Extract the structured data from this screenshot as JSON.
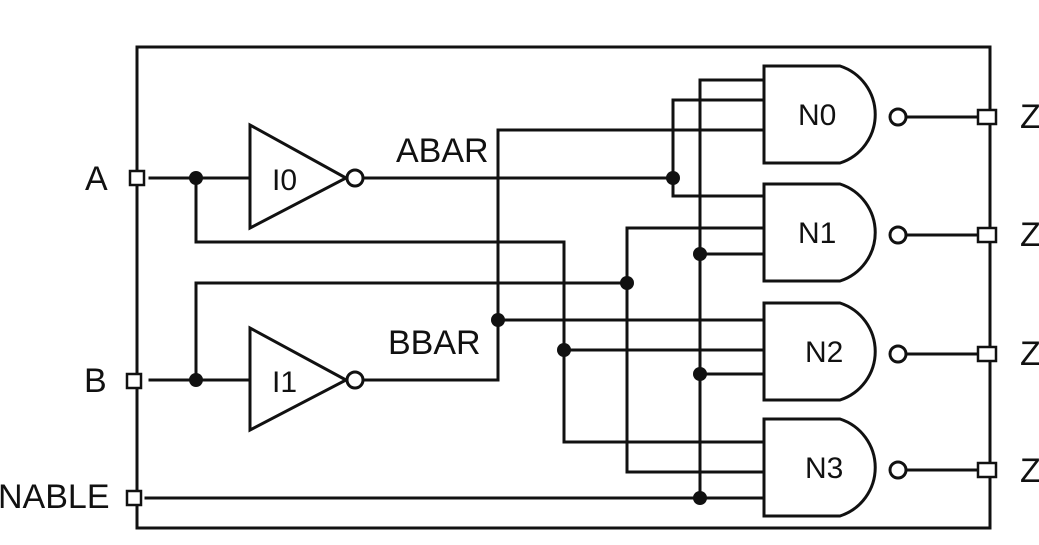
{
  "labels": {
    "inputs": {
      "a": "A",
      "b": "B",
      "enable": "NABLE"
    },
    "nets": {
      "abar": "ABAR",
      "bbar": "BBAR"
    },
    "inverters": {
      "i0": "I0",
      "i1": "I1"
    },
    "nand_gates": {
      "n0": "N0",
      "n1": "N1",
      "n2": "N2",
      "n3": "N3"
    },
    "outputs": {
      "z0": "Z",
      "z1": "Z",
      "z2": "Z",
      "z3": "Z"
    }
  }
}
